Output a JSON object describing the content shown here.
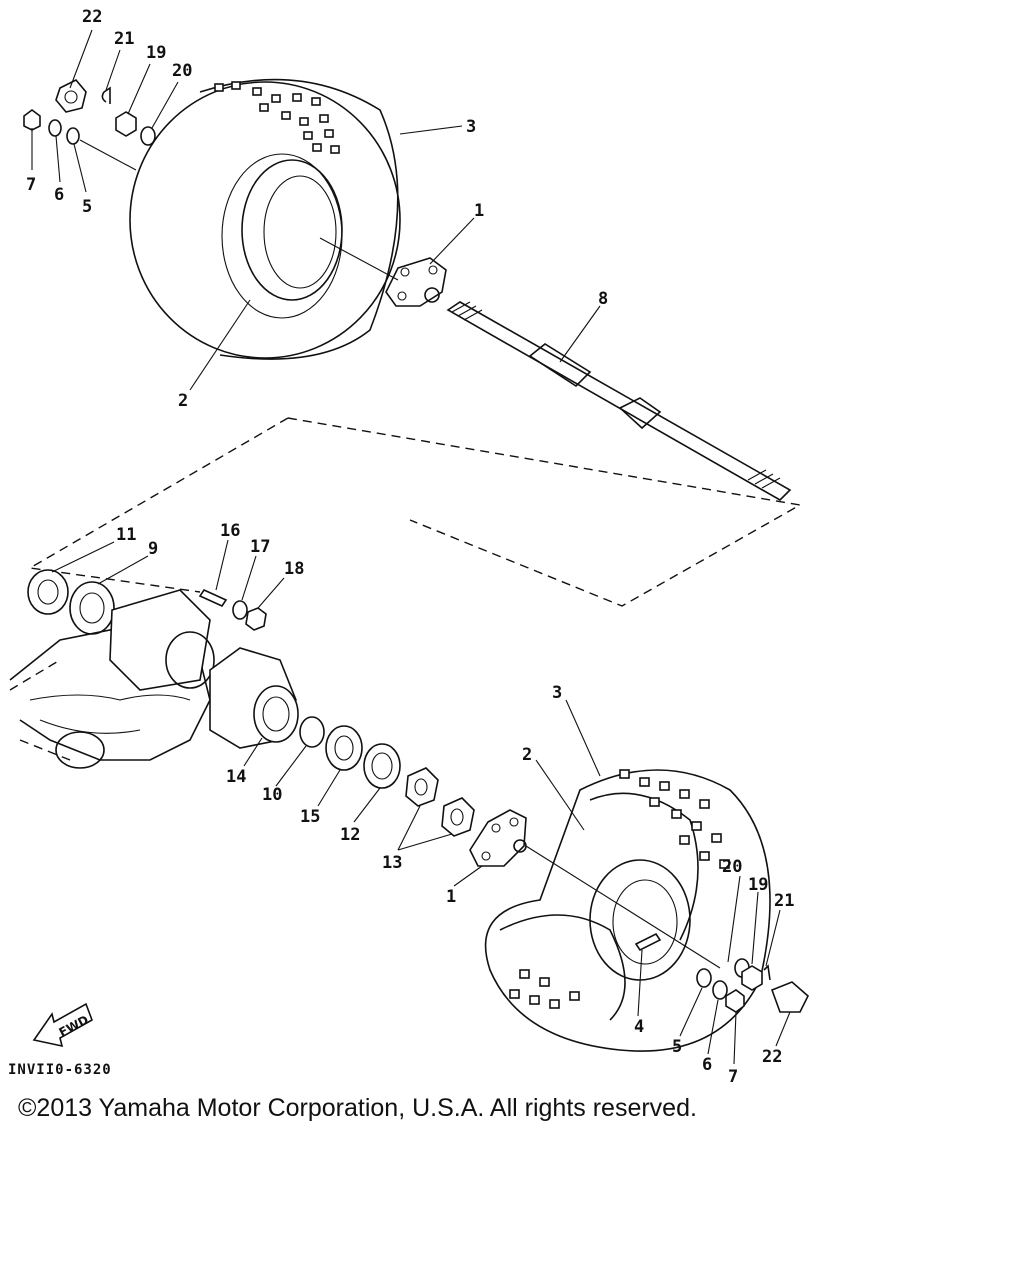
{
  "diagram": {
    "callouts": {
      "c22a": "22",
      "c21a": "21",
      "c19a": "19",
      "c20a": "20",
      "c7a": "7",
      "c6a": "6",
      "c5a": "5",
      "c3a": "3",
      "c1a": "1",
      "c8": "8",
      "c2a": "2",
      "c11": "11",
      "c9": "9",
      "c16": "16",
      "c17": "17",
      "c18": "18",
      "c14": "14",
      "c10": "10",
      "c15": "15",
      "c12": "12",
      "c13": "13",
      "c3b": "3",
      "c2b": "2",
      "c1b": "1",
      "c20b": "20",
      "c19b": "19",
      "c21b": "21",
      "c4": "4",
      "c5b": "5",
      "c6b": "6",
      "c7b": "7",
      "c22b": "22"
    },
    "fwd_label": "FWD",
    "diagram_code": "INVII0-6320"
  },
  "footer": {
    "copyright": "©2013 Yamaha Motor Corporation, U.S.A. All rights reserved."
  }
}
